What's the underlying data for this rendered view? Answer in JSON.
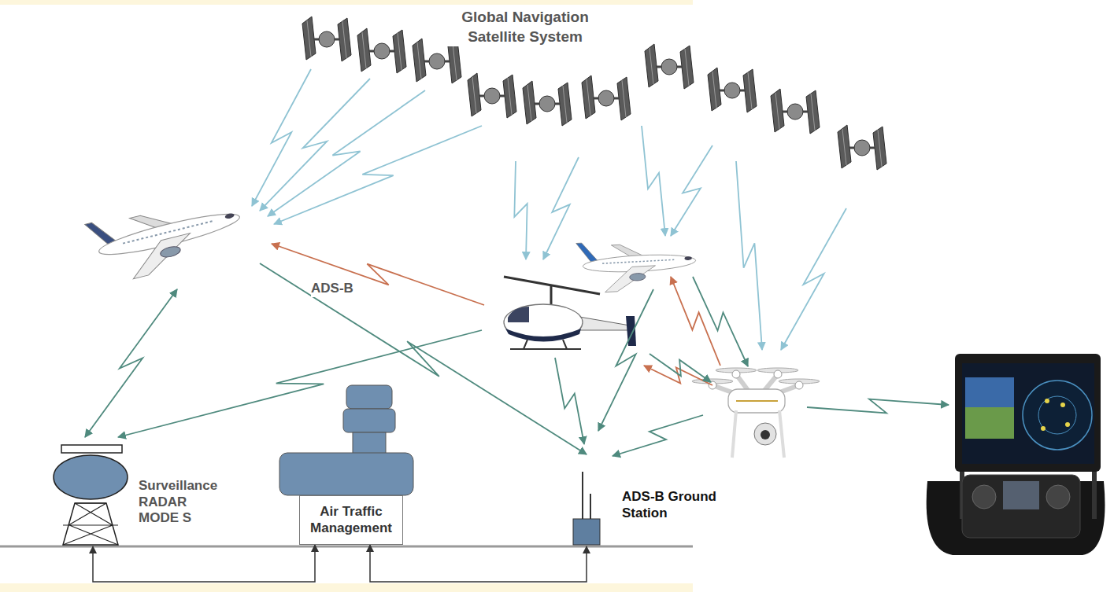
{
  "diagram": {
    "nodes": [
      {
        "text": [
          "Surveillance RADAR MODE S"
        ]
      },
      {
        "text": [
          "Air Traffic Management"
        ]
      },
      {
        "text": [
          "ADS-B Ground Station"
        ]
      }
    ],
    "edges": [
      {
        "from": 0,
        "to": 1,
        "arrow": "both"
      },
      {
        "from": 2,
        "to": 1,
        "arrow": "both"
      }
    ],
    "labels": [
      "Global Navigation Satellite System",
      "ADS-B"
    ]
  }
}
